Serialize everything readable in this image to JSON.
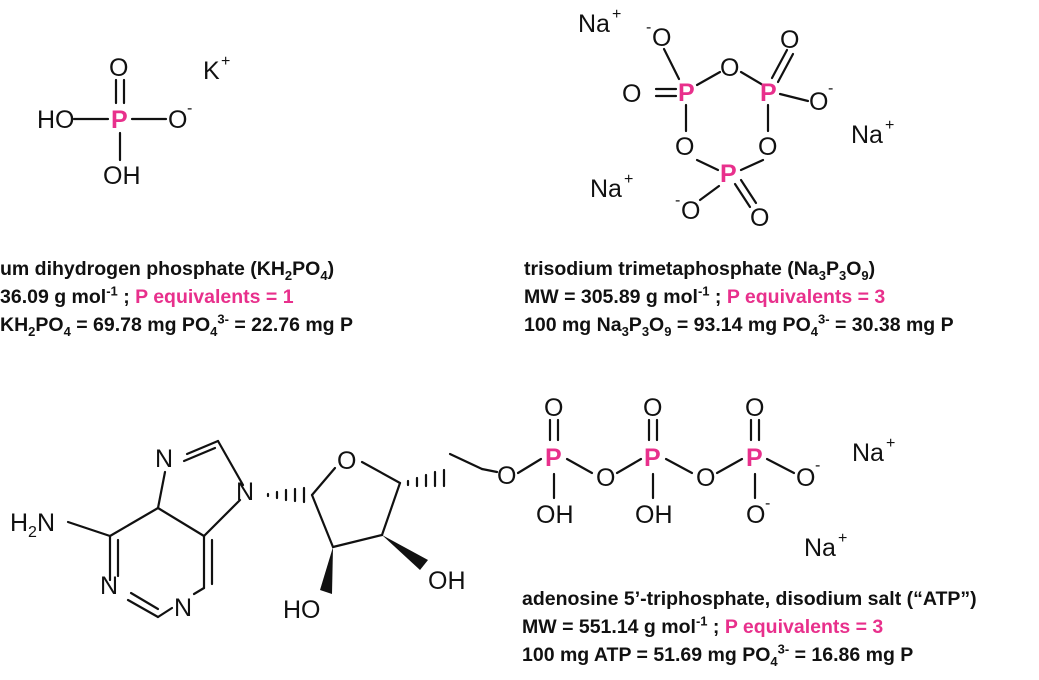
{
  "colors": {
    "phosphorus": "#e8308c",
    "text": "#111111",
    "background": "#ffffff"
  },
  "atoms": {
    "O": "O",
    "OH": "OH",
    "HO": "HO",
    "P": "P",
    "N": "N",
    "K": "K",
    "Na": "Na",
    "H2N_H": "H",
    "H2N_2": "2",
    "H2N_N": "N",
    "plus": "+",
    "minus": "-"
  },
  "kh2po4": {
    "name": {
      "pre": "um dihydrogen phosphate (KH",
      "s1": "2",
      "mid": "PO",
      "s2": "4",
      "post": ")"
    },
    "mw": {
      "pre": "36.09 g mol",
      "sup": "-1",
      "sep": " ; ",
      "peq": "P equivalents = 1"
    },
    "conv": {
      "a": " KH",
      "s1": "2",
      "b": "PO",
      "s2": "4",
      "c": " = 69.78 mg PO",
      "s3": "4",
      "sup": "3-",
      "d": " = 22.76 mg P"
    }
  },
  "na3p3o9": {
    "name": {
      "pre": "trisodium trimetaphosphate (Na",
      "s1": "3",
      "b": "P",
      "s2": "3",
      "c": "O",
      "s3": "9",
      "post": ")"
    },
    "mw": {
      "pre": "MW = 305.89 g mol",
      "sup": "-1",
      "sep": " ; ",
      "peq": "P equivalents = 3"
    },
    "conv": {
      "a": "100 mg Na",
      "s1": "3",
      "b": "P",
      "s2": "3",
      "c": "O",
      "s3": "9",
      "d": " = 93.14 mg PO",
      "s4": "4",
      "sup": "3-",
      "e": " = 30.38 mg P"
    }
  },
  "atp": {
    "name": {
      "text": "adenosine 5’-triphosphate, disodium salt (“ATP”)"
    },
    "mw": {
      "pre": "MW = 551.14 g mol",
      "sup": "-1",
      "sep": " ; ",
      "peq": "P equivalents = 3"
    },
    "conv": {
      "a": "100 mg ATP = 51.69 mg PO",
      "s1": "4",
      "sup": "3-",
      "b": " = 16.86 mg P"
    }
  }
}
